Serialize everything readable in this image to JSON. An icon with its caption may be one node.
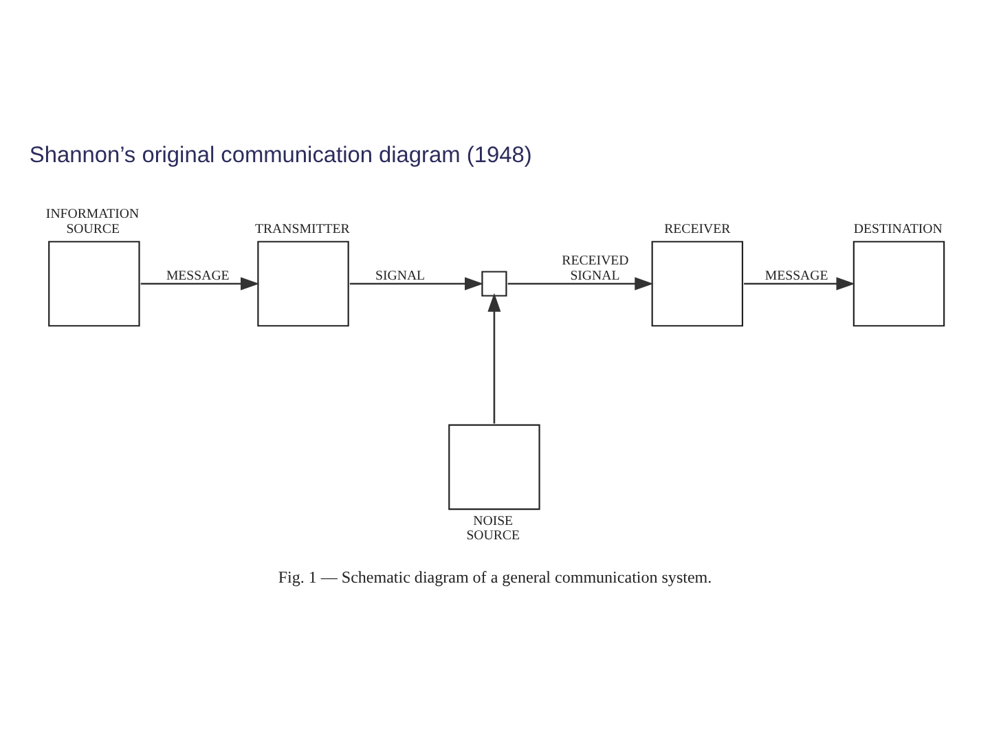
{
  "diagram": {
    "title": "Shannon’s original communication diagram (1948)",
    "caption": "Fig. 1 — Schematic diagram of a general communication system.",
    "nodes": [
      {
        "text": [
          "INFORMATION SOURCE"
        ]
      },
      {
        "text": [
          "TRANSMITTER"
        ]
      },
      {
        "text": [],
        "shape": "box"
      },
      {
        "text": [
          "RECEIVER"
        ]
      },
      {
        "text": [
          "DESTINATION"
        ]
      },
      {
        "text": [
          "NOISE SOURCE"
        ]
      }
    ],
    "edges": [
      {
        "from": 0,
        "to": 1,
        "arrow": "to",
        "label": "MESSAGE"
      },
      {
        "from": 1,
        "to": 2,
        "arrow": "to",
        "label": "SIGNAL"
      },
      {
        "from": 2,
        "to": 3,
        "arrow": "to",
        "label": "RECEIVED SIGNAL"
      },
      {
        "from": 3,
        "to": 4,
        "arrow": "to",
        "label": "MESSAGE"
      },
      {
        "from": 5,
        "to": 2,
        "arrow": "to"
      }
    ]
  }
}
